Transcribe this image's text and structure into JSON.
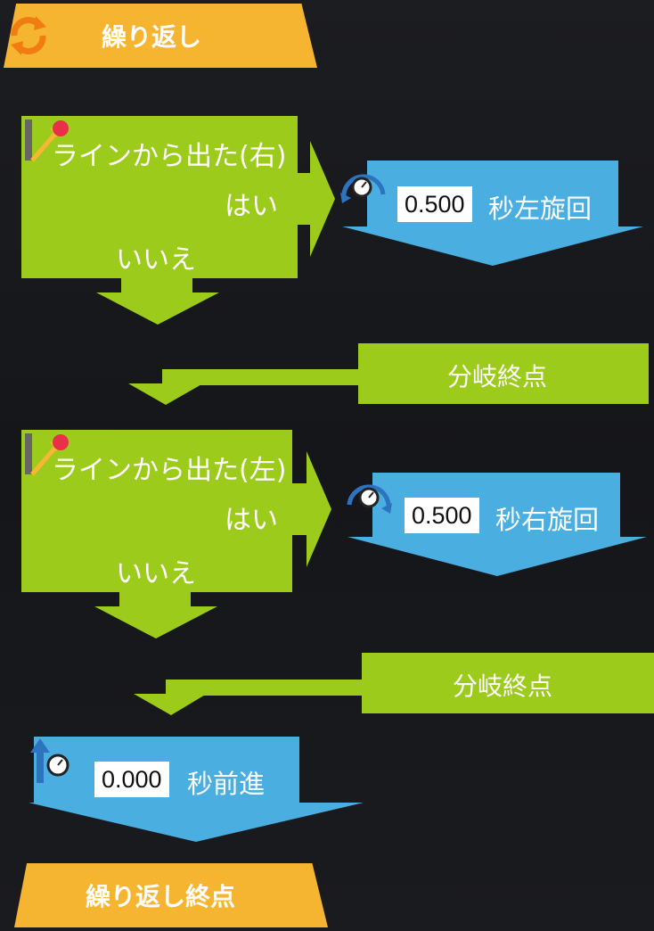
{
  "program": {
    "loop_start": {
      "label": "繰り返し"
    },
    "loop_end": {
      "label": "繰り返し終点"
    },
    "blocks": [
      {
        "condition": "ラインから出た(右)",
        "yes_label": "はい",
        "no_label": "いいえ",
        "action": {
          "value": "0.500",
          "label": "秒左旋回"
        },
        "branch_end": "分岐終点"
      },
      {
        "condition": "ラインから出た(左)",
        "yes_label": "はい",
        "no_label": "いいえ",
        "action": {
          "value": "0.500",
          "label": "秒右旋回"
        },
        "branch_end": "分岐終点"
      }
    ],
    "forward": {
      "value": "0.000",
      "label": "秒前進"
    }
  },
  "colors": {
    "condition_green": "#9ccb1c",
    "action_blue": "#4aafe0",
    "loop_orange": "#f6b530",
    "background": "#17181c"
  },
  "icons": {
    "loop": "refresh-cycle-icon",
    "sensor": "line-sensor-icon",
    "turn_left": "turn-left-timer-icon",
    "turn_right": "turn-right-timer-icon",
    "forward": "forward-timer-icon"
  }
}
